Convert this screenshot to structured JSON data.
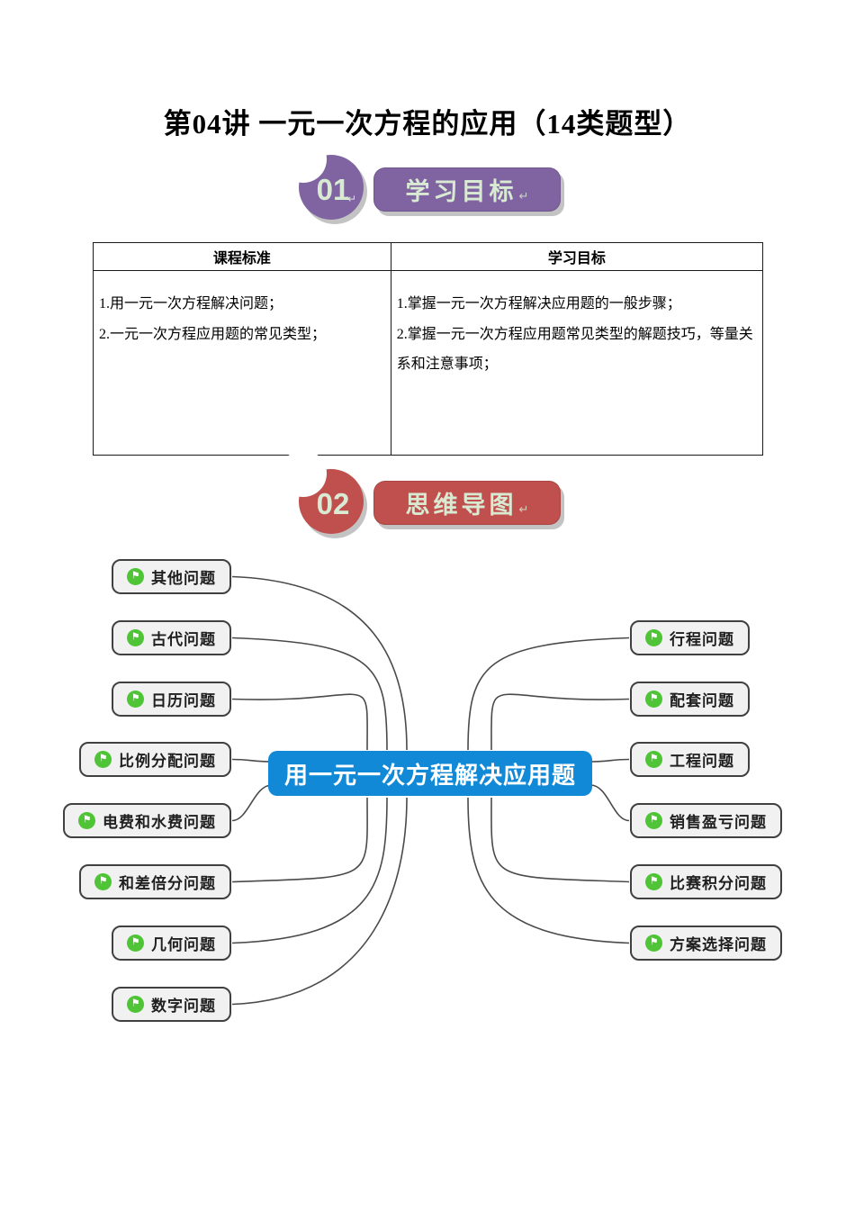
{
  "page_title": "第04讲 一元一次方程的应用（14类题型）",
  "theme": {
    "badge_text": "#D9EAD3",
    "shadow": "#C3C3C3"
  },
  "sections": {
    "s1": {
      "number": "01",
      "label": "学习目标",
      "accent": "#8064A2",
      "number_return_mark": "↵",
      "label_return_mark": "↵"
    },
    "s2": {
      "number": "02",
      "label": "思维导图",
      "accent": "#C0504D",
      "label_return_mark": "↵"
    }
  },
  "table": {
    "headers": [
      "课程标准",
      "学习目标"
    ],
    "left_cell": [
      "1.用一元一次方程解决问题；",
      "2.一元一次方程应用题的常见类型；"
    ],
    "right_cell": [
      "1.掌握一元一次方程解决应用题的一般步骤；",
      "2.掌握一元一次方程应用题常见类型的解题技巧，等量关系和注意事项；"
    ]
  },
  "mindmap": {
    "center_label": "用一元一次方程解决应用题",
    "node_icon": "flag-icon",
    "left_nodes": [
      "其他问题",
      "古代问题",
      "日历问题",
      "比例分配问题",
      "电费和水费问题",
      "和差倍分问题",
      "几何问题",
      "数字问题"
    ],
    "right_nodes": [
      "行程问题",
      "配套问题",
      "工程问题",
      "销售盈亏问题",
      "比赛积分问题",
      "方案选择问题"
    ],
    "colors": {
      "center_bg": "#1189D6",
      "center_text": "#FFFFFF",
      "node_bg": "#F1F1F1",
      "node_border": "#404040",
      "icon_bg": "#4FC436",
      "connector": "#4A4A4A"
    }
  }
}
